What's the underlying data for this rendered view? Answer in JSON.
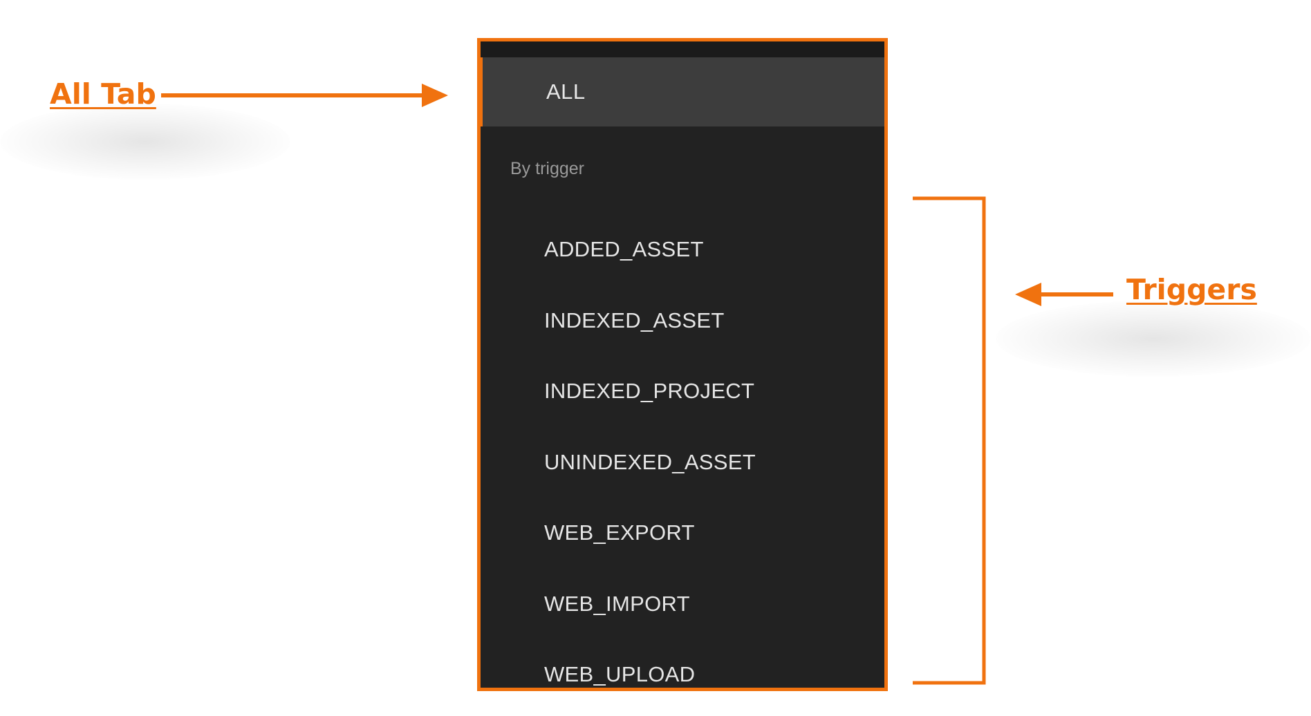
{
  "colors": {
    "accent": "#F0720F",
    "panel_background": "#222222",
    "active_tab_background": "#3d3d3d"
  },
  "annotations": {
    "all_tab": "All Tab",
    "triggers": "Triggers"
  },
  "menu": {
    "all_tab_label": "ALL",
    "section_header": "By trigger",
    "triggers": [
      "ADDED_ASSET",
      "INDEXED_ASSET",
      "INDEXED_PROJECT",
      "UNINDEXED_ASSET",
      "WEB_EXPORT",
      "WEB_IMPORT",
      "WEB_UPLOAD"
    ]
  }
}
